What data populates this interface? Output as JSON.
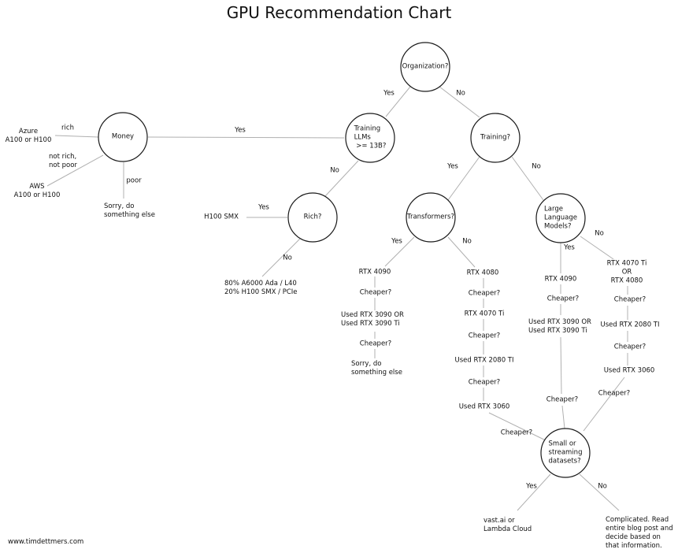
{
  "title": "GPU Recommendation Chart",
  "footer": "www.timdettmers.com",
  "nodes": {
    "organization": "Organization?",
    "training_llms": "Training\nLLMs\n >= 13B?",
    "money": "Money",
    "training": "Training?",
    "rich": "Rich?",
    "transformers": "Transformers?",
    "llm": "Large\nLanguage\nModels?",
    "datasets": "Small or\nstreaming\ndatasets?"
  },
  "leaves": {
    "azure": "Azure\nA100 or H100",
    "aws": "AWS\nA100 or H100",
    "sorry_money": "Sorry, do\nsomething else",
    "h100_smx": "H100 SMX",
    "a6000": "80% A6000 Ada / L40\n20% H100 SMX / PCIe",
    "vastai": "vast.ai or\nLambda Cloud",
    "complicated": "Complicated. Read\nentire blog post and\ndecide based on\nthat information."
  },
  "edge_labels": {
    "money_rich": "rich",
    "money_not_rich": "not rich,\nnot poor",
    "money_poor": "poor",
    "money_yes": "Yes",
    "org_yes": "Yes",
    "org_no": "No",
    "llms_no": "No",
    "rich_yes": "Yes",
    "rich_no": "No",
    "training_yes": "Yes",
    "training_no": "No",
    "transformers_yes": "Yes",
    "transformers_no": "No",
    "llm_yes": "Yes",
    "llm_no": "No",
    "chain_b_cheaper": "Cheaper?",
    "chain_d_cheaper": "Cheaper?",
    "datasets_yes": "Yes",
    "datasets_no": "No"
  },
  "chains": {
    "a": [
      "RTX 4090",
      "Cheaper?",
      "Used RTX 3090 OR\nUsed RTX 3090 Ti",
      "Cheaper?",
      "Sorry, do\nsomething else"
    ],
    "b": [
      "RTX 4080",
      "Cheaper?",
      "RTX 4070 Ti",
      "Cheaper?",
      "Used RTX 2080 TI",
      "Cheaper?",
      "Used RTX 3060"
    ],
    "c": [
      "RTX 4090",
      "Cheaper?",
      "Used RTX 3090 OR\nUsed RTX 3090 Ti",
      "Cheaper?"
    ],
    "d": [
      "RTX 4070 Ti\nOR\nRTX 4080",
      "Cheaper?",
      "Used RTX 2080 TI",
      "Cheaper?",
      "Used RTX 3060"
    ]
  },
  "colors": {
    "edge": "#b0b0b0",
    "node_stroke": "#1a1a1a",
    "node_fill": "#ffffff",
    "text": "#111111"
  }
}
